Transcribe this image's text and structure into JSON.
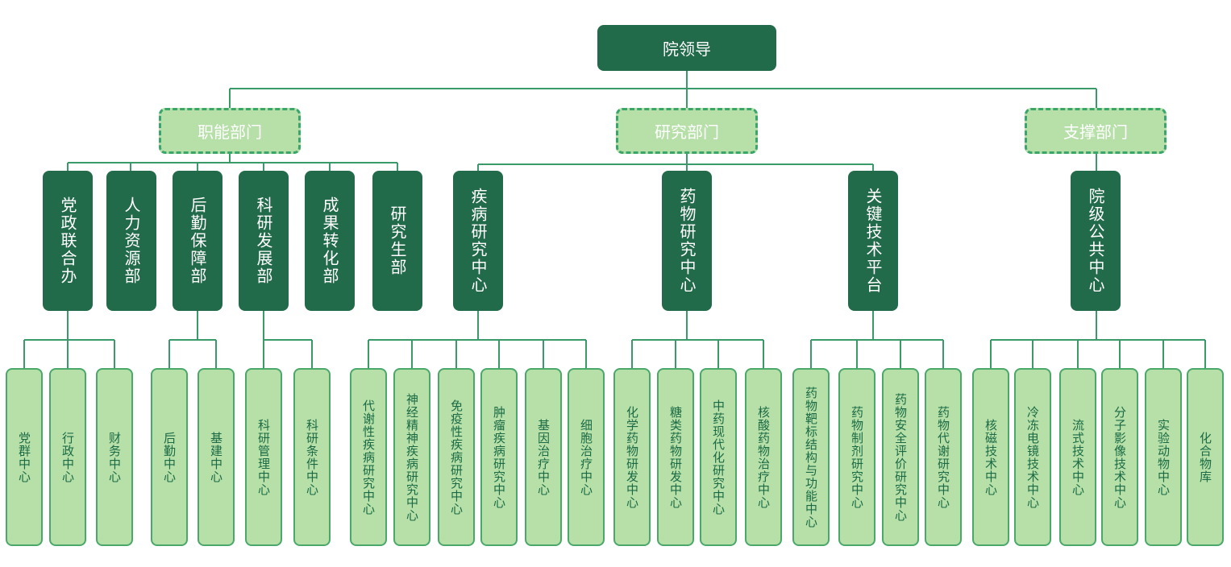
{
  "root": "院领导",
  "departments": [
    "职能部门",
    "研究部门",
    "支撑部门"
  ],
  "level2": [
    "党政联合办",
    "人力资源部",
    "后勤保障部",
    "科研发展部",
    "成果转化部",
    "研究生部",
    "疾病研究中心",
    "药物研究中心",
    "关键技术平台",
    "院级公共中心"
  ],
  "level3": [
    "党群中心",
    "行政中心",
    "财务中心",
    "后勤中心",
    "基建中心",
    "科研管理中心",
    "科研条件中心",
    "代谢性疾病研究中心",
    "神经精神疾病研究中心",
    "免疫性疾病研究中心",
    "肿瘤疾病研究中心",
    "基因治疗中心",
    "细胞治疗中心",
    "化学药物研发中心",
    "糖类药物研发中心",
    "中药现代化研究中心",
    "核酸药物治疗中心",
    "药物靶标结构与功能中心",
    "药物制剂研究中心",
    "药物安全评价研究中心",
    "药物代谢研究中心",
    "核磁技术中心",
    "冷冻电镜技术中心",
    "流式技术中心",
    "分子影像技术中心",
    "实验动物中心",
    "化合物库"
  ],
  "colors": {
    "dark": "#226b4a",
    "light": "#b6e0a8",
    "line": "#3a9a6a",
    "dashed": "#3aa66b"
  }
}
